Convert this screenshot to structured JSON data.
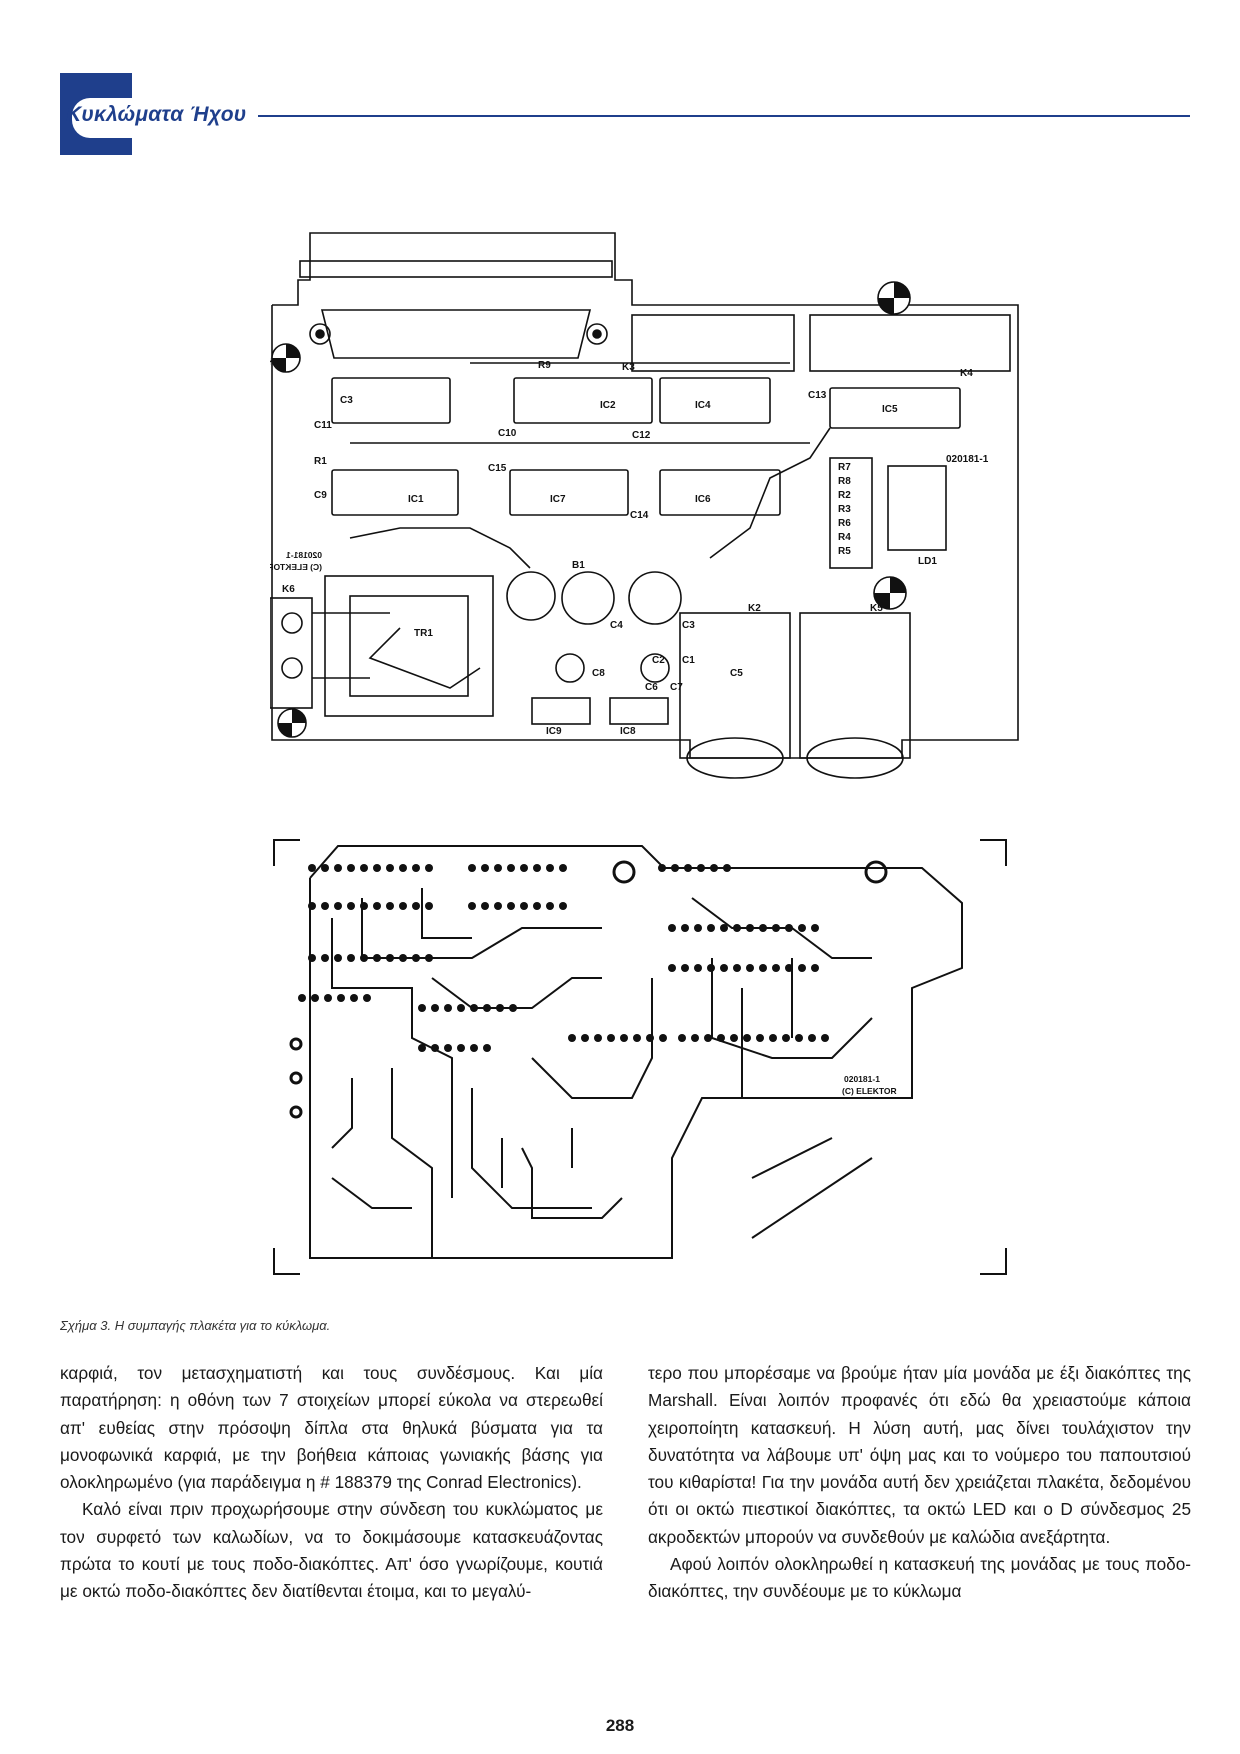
{
  "header": {
    "section_title": "Κυκλώματα Ήχου",
    "brand_color": "#1f3f8c"
  },
  "figure": {
    "component_labels": [
      "K1",
      "K3",
      "K4",
      "C3",
      "C11",
      "R9",
      "IC2",
      "IC4",
      "C13",
      "IC5",
      "C10",
      "C12",
      "R1",
      "C15",
      "C9",
      "IC1",
      "IC7",
      "C14",
      "IC6",
      "R7",
      "R8",
      "R2",
      "R3",
      "R6",
      "R4",
      "R5",
      "LD1",
      "B1",
      "K6",
      "TR1",
      "C4",
      "C2",
      "C3",
      "C1",
      "K2",
      "K5",
      "C8",
      "C6",
      "C7",
      "C5",
      "IC9",
      "IC8"
    ],
    "board_code": "020181-1",
    "board_code_mirrored_top": "020181-1",
    "board_code_mirrored_bottom": "(C) ELEKTOR",
    "copper_code": "020181-1",
    "copper_credit": "(C) ELEKTOR",
    "caption": "Σχήμα 3. Η συμπαγής πλακέτα για το κύκλωμα."
  },
  "body": {
    "left_column": [
      "καρφιά, τον μετασχηματιστή και τους συνδέσμους. Και μία παρατήρηση: η οθόνη των 7 στοιχείων μπορεί εύκολα να στερεωθεί απ' ευθείας στην πρόσοψη δίπλα στα θηλυκά βύσματα για τα μονοφωνικά καρφιά, με την βοήθεια κάποιας γωνιακής βάσης για ολοκληρωμένο (για παράδειγμα η # 188379 της Conrad Electronics).",
      "Καλό είναι πριν προχωρήσουμε στην σύνδεση του κυκλώματος με τον συρφετό των καλωδίων, να το δοκιμάσουμε κατασκευάζοντας πρώτα το κουτί με τους ποδο-διακόπτες. Απ' όσο γνωρίζουμε, κουτιά με οκτώ ποδο-διακόπτες δεν διατίθενται έτοιμα, και το μεγαλύ-"
    ],
    "right_column": [
      "τερο που μπορέσαμε να βρούμε ήταν μία μονάδα με έξι διακόπτες της Marshall. Είναι λοιπόν προφανές ότι εδώ θα χρειαστούμε κάποια χειροποίητη κατασκευή. Η λύση αυτή, μας δίνει τουλάχιστον την δυνατότητα να λάβουμε υπ' όψη μας και το νούμερο του παπουτσιού του κιθαρίστα! Για την μονάδα αυτή δεν χρειάζεται πλακέτα, δεδομένου ότι οι οκτώ πιεστικοί διακόπτες, τα οκτώ LED και ο D σύνδεσμος 25 ακροδεκτών μπορούν να συνδεθούν με καλώδια ανεξάρτητα.",
      "Αφού λοιπόν ολοκληρωθεί η κατασκευή της μονάδας με τους ποδο-διακόπτες, την συνδέουμε με το κύκλωμα"
    ]
  },
  "footer": {
    "page_number": "288"
  }
}
